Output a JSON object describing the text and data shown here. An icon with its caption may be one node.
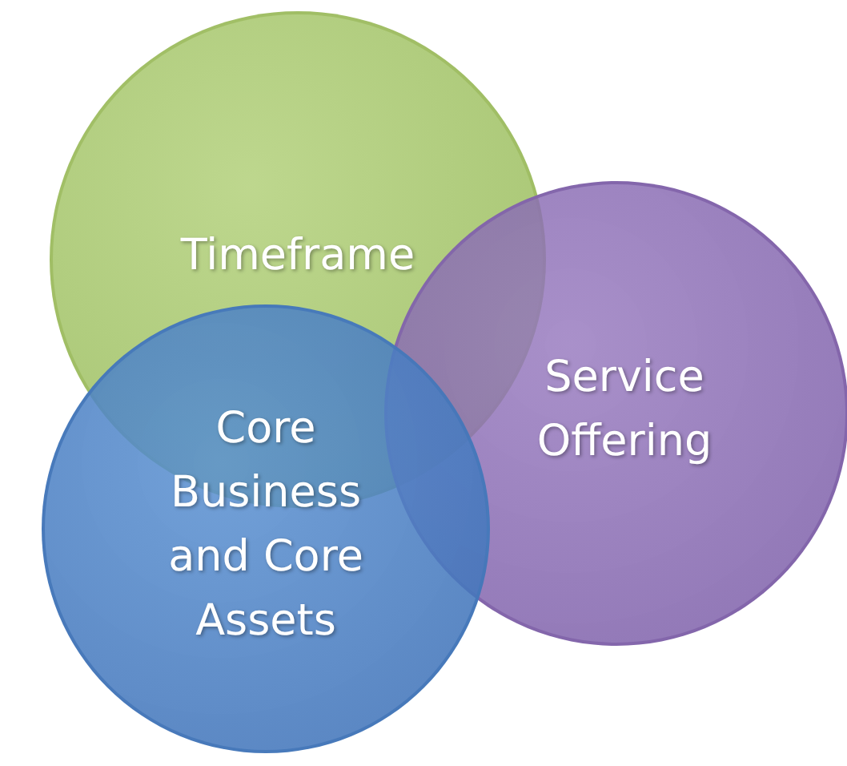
{
  "diagram": {
    "nodes": [
      {
        "text": [
          "Timeframe"
        ]
      },
      {
        "text": [
          "Service Offering"
        ]
      },
      {
        "text": [
          "Core Business and Core Assets"
        ]
      }
    ],
    "edges": []
  }
}
